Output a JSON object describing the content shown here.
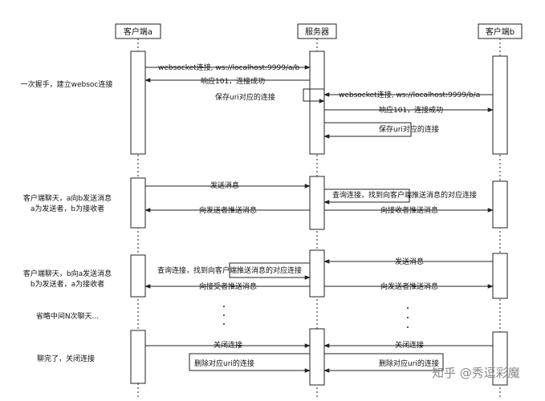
{
  "participants": {
    "a": "客户端a",
    "server": "服务器",
    "b": "客户端b"
  },
  "notes": {
    "handshake": "一次握手，建立websoc连接",
    "a_to_b_1": "客户端聊天，a向b发送消息",
    "a_to_b_2": "a为发送者，b为接收者",
    "b_to_a_1": "客户端聊天，b向a发送消息",
    "b_to_a_2": "b为发送者，a为接收者",
    "omitted": "省略中间N次聊天...",
    "close": "聊完了，关闭连接"
  },
  "messages": {
    "ws_a": "websocket连接, ws://localhost:9999/a/b",
    "resp_a": "响应101，连接成功",
    "save_a": "保存uri对应的连接",
    "ws_b": "websocket连接, ws://localhost:9999/b/a",
    "resp_b": "响应101，连接成功",
    "save_b": "保存uri对应的连接",
    "send_a": "发送消息",
    "lookup_1": "查询连接，找到向客户端推送消息的对应连接",
    "push_sender_1": "向发送者推送消息",
    "push_receiver_1": "向接收者推送消息",
    "send_b": "发送消息",
    "lookup_2": "查询连接，找到向客户端推送消息的对应连接",
    "push_receiver_2": "向接受者推送消息",
    "push_sender_2": "向发送者推送消息",
    "close_a": "关闭连接",
    "close_b": "关闭连接",
    "del_a": "删除对应uri的连接",
    "del_b": "删除对应uri的连接"
  },
  "watermark": "知乎 @秀逗彩魔"
}
